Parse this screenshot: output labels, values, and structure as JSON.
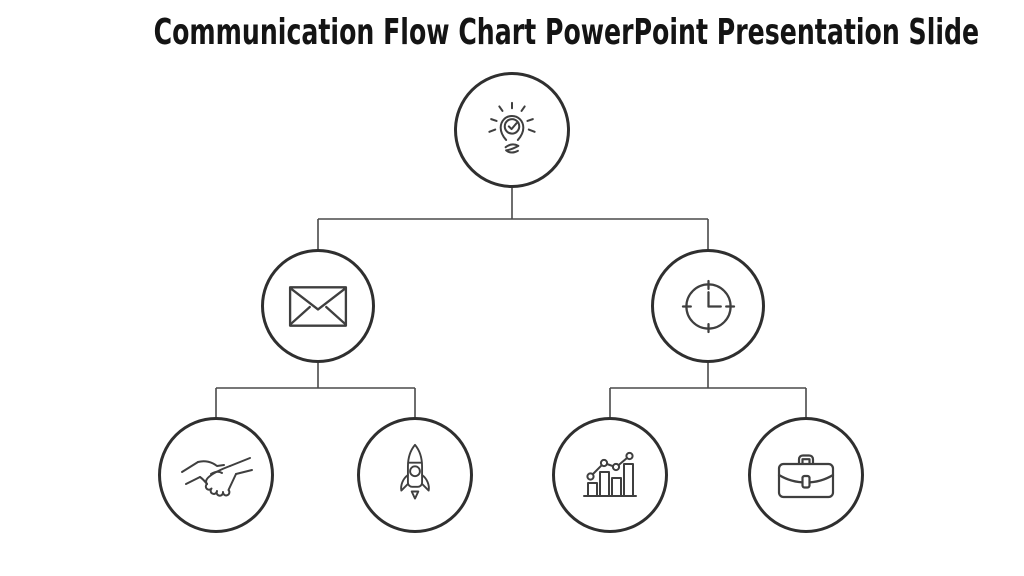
{
  "page": {
    "title": "Communication Flow Chart PowerPoint Presentation Slide",
    "background_color": "#ffffff",
    "title_color": "#141414",
    "shape_stroke_color": "#2f2f2f",
    "icon_stroke_color": "#3f3f3f",
    "connector_color": "#4a4a4a"
  },
  "diagram": {
    "type": "tree-flow-chart",
    "levels": 3,
    "nodes": [
      {
        "id": "idea",
        "icon": "lightbulb-checkmark-icon",
        "level": 1,
        "parent": null,
        "shape": "circle"
      },
      {
        "id": "mail",
        "icon": "envelope-icon",
        "level": 2,
        "parent": "idea",
        "shape": "circle"
      },
      {
        "id": "time",
        "icon": "clock-icon",
        "level": 2,
        "parent": "idea",
        "shape": "circle"
      },
      {
        "id": "handshake",
        "icon": "handshake-icon",
        "level": 3,
        "parent": "mail",
        "shape": "circle"
      },
      {
        "id": "rocket",
        "icon": "rocket-icon",
        "level": 3,
        "parent": "mail",
        "shape": "circle"
      },
      {
        "id": "chart",
        "icon": "bar-chart-trend-icon",
        "level": 3,
        "parent": "time",
        "shape": "circle"
      },
      {
        "id": "briefcase",
        "icon": "briefcase-icon",
        "level": 3,
        "parent": "time",
        "shape": "circle"
      }
    ],
    "connections": [
      {
        "from": "idea",
        "to": "mail"
      },
      {
        "from": "idea",
        "to": "time"
      },
      {
        "from": "mail",
        "to": "handshake"
      },
      {
        "from": "mail",
        "to": "rocket"
      },
      {
        "from": "time",
        "to": "chart"
      },
      {
        "from": "time",
        "to": "briefcase"
      }
    ]
  }
}
